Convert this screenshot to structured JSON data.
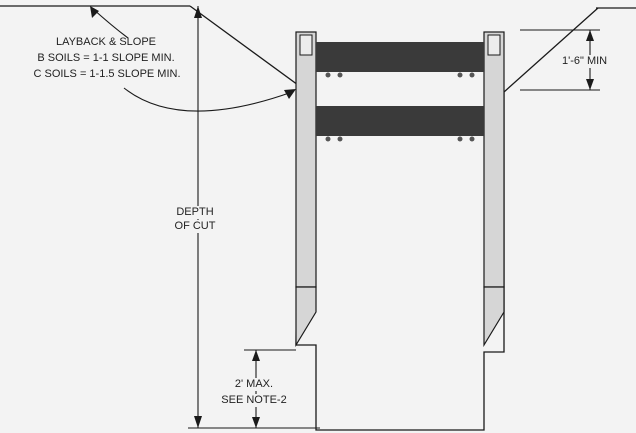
{
  "annotations": {
    "layback_title": "LAYBACK & SLOPE",
    "b_soils": "B SOILS = 1-1 SLOPE MIN.",
    "c_soils": "C SOILS = 1-1.5 SLOPE MIN.",
    "depth_line1": "DEPTH",
    "depth_line2": "OF CUT",
    "clearance": "1'-6\" MIN",
    "max_line1": "2' MAX.",
    "max_line2": "SEE NOTE-2"
  },
  "colors": {
    "line": "#1a1a1a",
    "strut": "#3a3a3a",
    "panel_fill": "#d6d6d6",
    "background": "#f3f3f3"
  }
}
